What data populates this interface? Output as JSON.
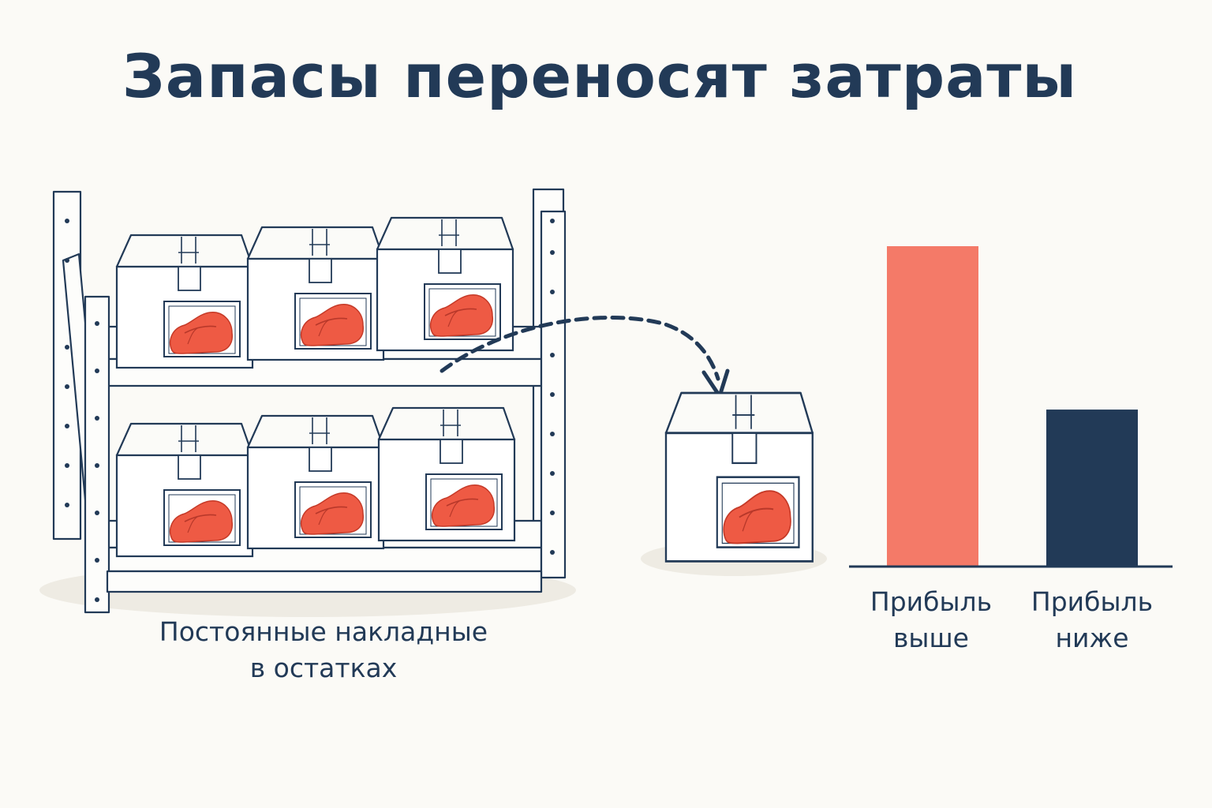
{
  "title": "Запасы переносят затраты",
  "shelf_label": {
    "line1": "Постоянные накладные",
    "line2": "в остатках"
  },
  "colors": {
    "navy": "#223a57",
    "coral": "#f47a68",
    "meat": "#ee5a44",
    "background": "#fbfaf6"
  },
  "icons": [
    "shelf-icon",
    "box-icon",
    "meat-icon",
    "dashed-arrow-icon"
  ],
  "chart_data": {
    "type": "bar",
    "categories": [
      "Прибыль выше",
      "Прибыль ниже"
    ],
    "category_lines": [
      [
        "Прибыль",
        "выше"
      ],
      [
        "Прибыль",
        "ниже"
      ]
    ],
    "values": [
      1.0,
      0.49
    ],
    "colors": [
      "#f47a68",
      "#223a57"
    ],
    "title": "",
    "xlabel": "",
    "ylabel": "",
    "ylim": [
      0,
      1.0
    ],
    "grid": false
  }
}
